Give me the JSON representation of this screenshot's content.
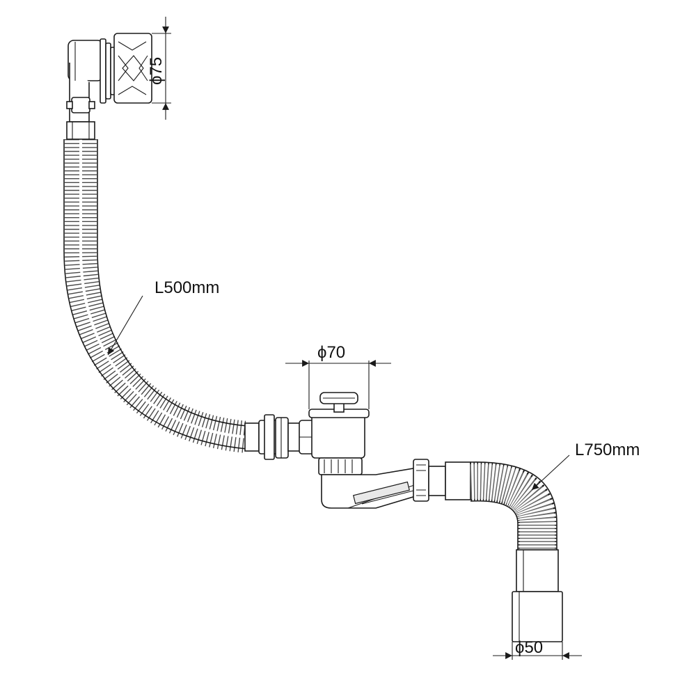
{
  "dimensions": {
    "overflow_diameter": "ϕ75",
    "hose_length": "L500mm",
    "plug_diameter": "ϕ70",
    "flex_length": "L750mm",
    "outlet_diameter": "ϕ50"
  },
  "colors": {
    "line": "#1a1a1a",
    "background": "#ffffff",
    "shade": "#e9e9e9"
  }
}
